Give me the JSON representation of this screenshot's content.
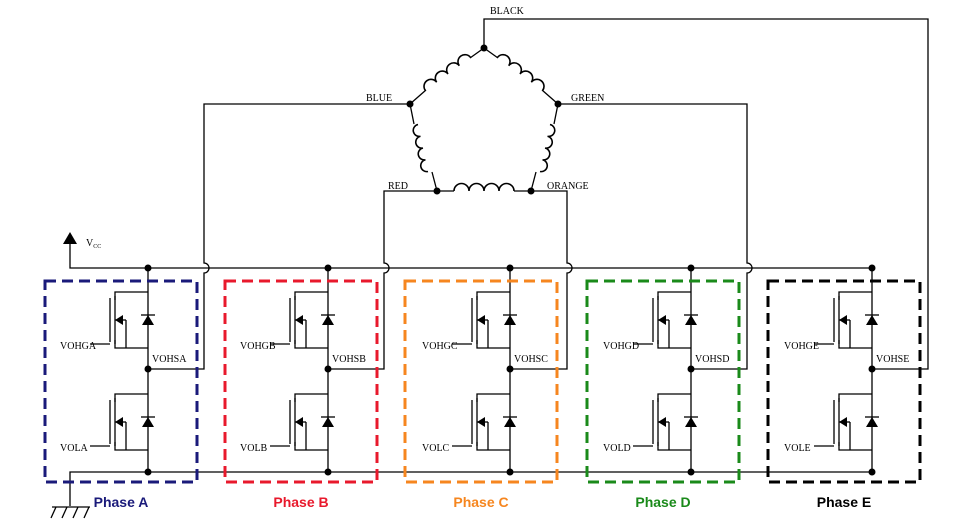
{
  "motor": {
    "terminals": {
      "black": "BLACK",
      "blue": "BLUE",
      "green": "GREEN",
      "red": "RED",
      "orange": "ORANGE"
    }
  },
  "supply": {
    "vcc_main": "V",
    "vcc_sub": "CC"
  },
  "phases": [
    {
      "name": "Phase A",
      "color": "#1a1a7a",
      "high_gate": "VOHGA",
      "low_gate": "VOLA",
      "output": "VOHSA"
    },
    {
      "name": "Phase B",
      "color": "#e8192c",
      "high_gate": "VOHGB",
      "low_gate": "VOLB",
      "output": "VOHSB"
    },
    {
      "name": "Phase C",
      "color": "#f6861f",
      "high_gate": "VOHGC",
      "low_gate": "VOLC",
      "output": "VOHSC"
    },
    {
      "name": "Phase D",
      "color": "#1a8a1a",
      "high_gate": "VOHGD",
      "low_gate": "VOLD",
      "output": "VOHSD"
    },
    {
      "name": "Phase E",
      "color": "#000000",
      "high_gate": "VOHGE",
      "low_gate": "VOLE",
      "output": "VOHSE"
    }
  ]
}
